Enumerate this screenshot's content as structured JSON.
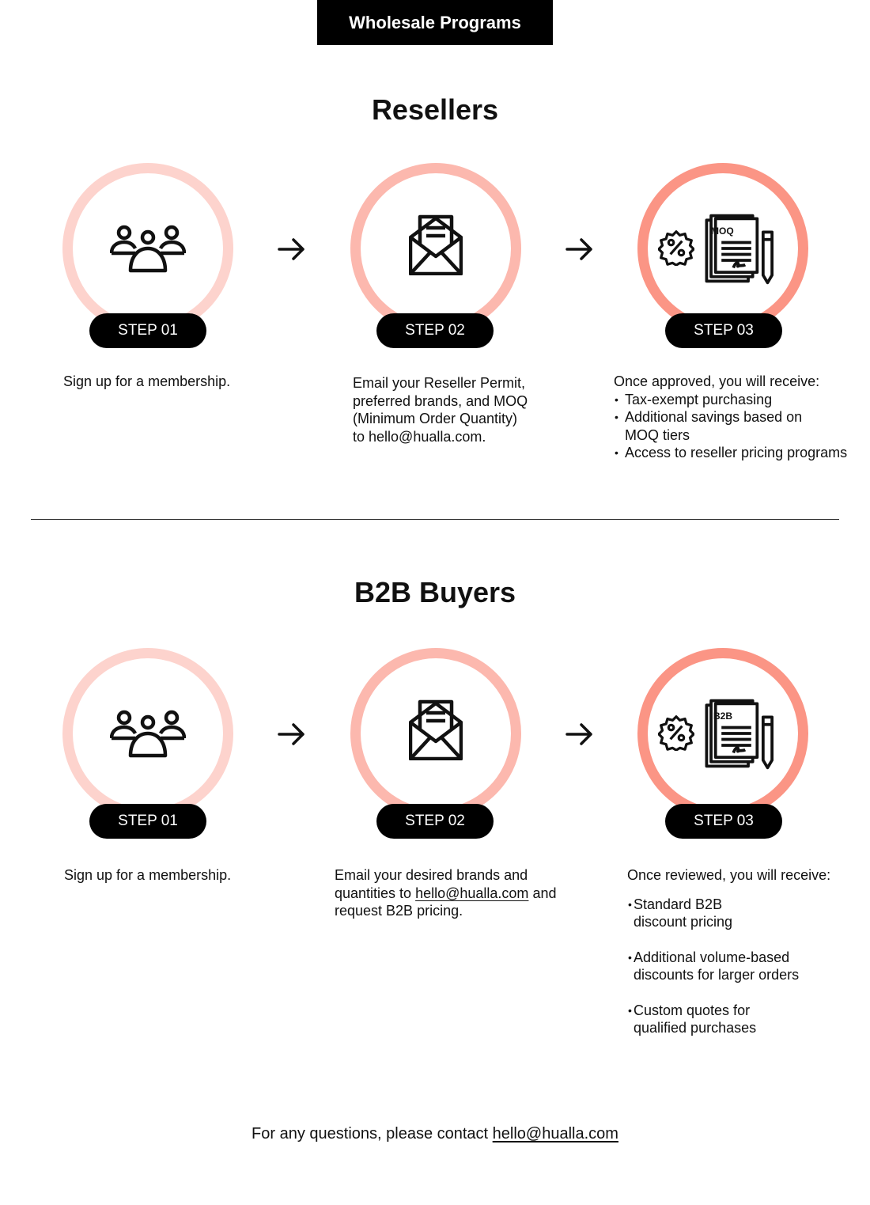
{
  "banner": {
    "title": "Wholesale Programs"
  },
  "colors": {
    "ring1": "#FDD3CD",
    "ring2": "#FCB8AE",
    "ring3": "#FB9585",
    "ink": "#111111"
  },
  "resellers": {
    "heading": "Resellers",
    "steps": [
      {
        "label": "STEP 01",
        "icon": "people-icon",
        "text": "Sign up for a membership."
      },
      {
        "label": "STEP 02",
        "icon": "envelope-icon",
        "lines": [
          "Email your Reseller Permit,",
          "preferred brands, and MOQ",
          "(Minimum Order Quantity)",
          "to hello@hualla.com."
        ]
      },
      {
        "label": "STEP 03",
        "icon": "document-discount-icon",
        "doc_label": "MOQ",
        "intro": "Once approved, you will receive:",
        "bullets": [
          "Tax-exempt purchasing",
          "Additional savings based on MOQ tiers",
          "Access to reseller pricing programs"
        ]
      }
    ]
  },
  "b2b": {
    "heading": "B2B Buyers",
    "steps": [
      {
        "label": "STEP 01",
        "icon": "people-icon",
        "text": "Sign up for a membership."
      },
      {
        "label": "STEP 02",
        "icon": "envelope-icon",
        "line1": "Email your desired brands and",
        "line2_pre": "quantities to ",
        "email": "hello@hualla.com",
        "line2_post": " and",
        "line3": "request B2B pricing."
      },
      {
        "label": "STEP 03",
        "icon": "document-discount-icon",
        "doc_label": "B2B",
        "intro": "Once reviewed, you will receive:",
        "bullets": [
          "Standard B2B discount pricing",
          "Additional volume-based discounts for larger orders",
          "Custom quotes for qualified purchases"
        ]
      }
    ]
  },
  "footer": {
    "text": "For any questions, please contact ",
    "email": "hello@hualla.com"
  }
}
